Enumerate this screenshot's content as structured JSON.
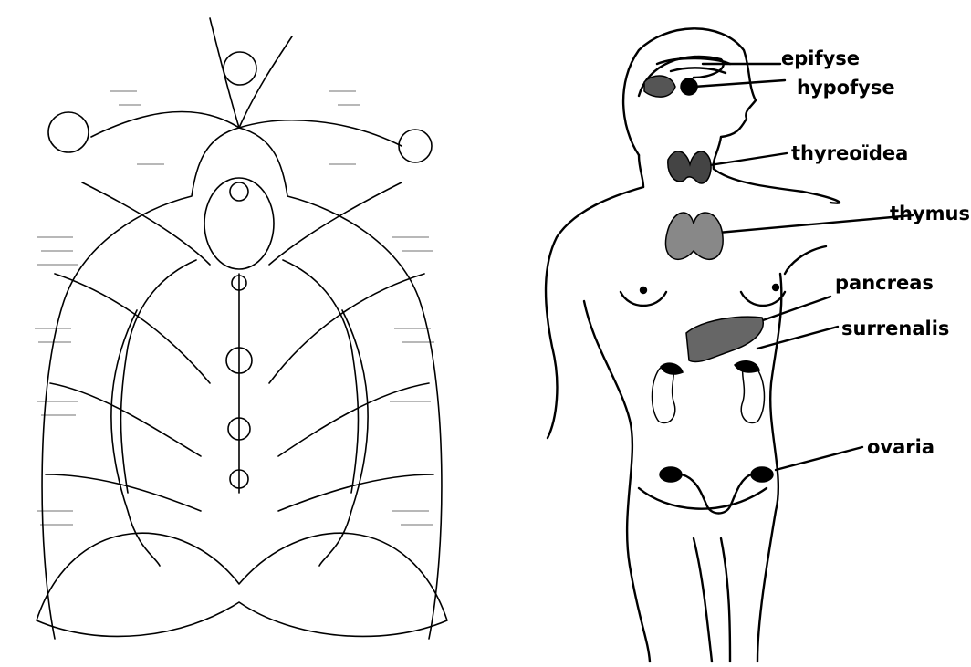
{
  "diagram": {
    "labels": {
      "epifyse": "epifyse",
      "hypofyse": "hypofyse",
      "thyreoidea": "thyreoïdea",
      "thymus": "thymus",
      "pancreas": "pancreas",
      "surrenalis": "surrenalis",
      "ovaria": "ovaria"
    }
  },
  "colors": {
    "ink": "#000000",
    "background": "#ffffff"
  }
}
